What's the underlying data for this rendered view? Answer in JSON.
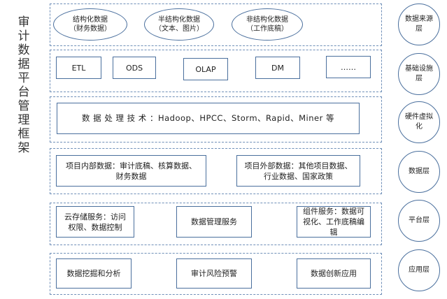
{
  "title": "审计数据平台管理框架",
  "layers": [
    {
      "name": "数据来源层",
      "items": [
        {
          "line1": "结构化数据",
          "line2": "（财务数据）"
        },
        {
          "line1": "半结构化数据",
          "line2": "（文本、图片）"
        },
        {
          "line1": "非结构化数据",
          "line2": "（工作底稿）"
        }
      ]
    },
    {
      "name": "基础设施层",
      "items": [
        "ETL",
        "ODS",
        "OLAP",
        "DM",
        "……"
      ]
    },
    {
      "name": "硬件虚拟化",
      "items": [
        "数 据 处 理 技 术 ：Hadoop、HPCC、Storm、Rapid、Miner 等"
      ]
    },
    {
      "name": "数据层",
      "items": [
        "项目内部数据：审计底稿、核算数据、财务数据",
        "项目外部数据：其他项目数据、行业数据、国家政策"
      ]
    },
    {
      "name": "平台层",
      "items": [
        "云存储服务：访问权限、数据控制",
        "数据管理服务",
        "组件服务：数据可视化、工作底稿编辑"
      ]
    },
    {
      "name": "应用层",
      "items": [
        "数据挖掘和分析",
        "审计风险预警",
        "数据创新应用"
      ]
    }
  ]
}
